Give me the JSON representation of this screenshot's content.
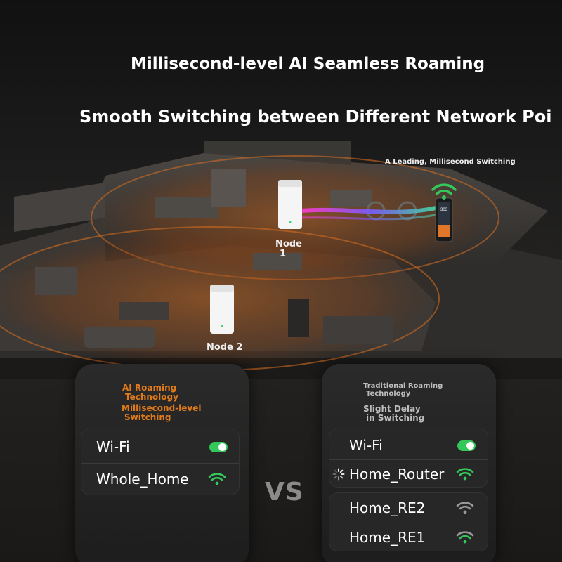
{
  "headline": {
    "title": "Millisecond-level AI Seamless Roaming",
    "subtitle": "Smooth Switching between Different Network Poi"
  },
  "scene": {
    "caption": "A Leading, Millisecond Switching",
    "node1_label": "Node",
    "node1_num": "1",
    "node2_label": "Node 2",
    "phone_text": "303"
  },
  "left_panel": {
    "line1": "AI Roaming",
    "line2": "Technology",
    "line3": "Millisecond-level",
    "line4": "Switching",
    "wifi_label": "Wi-Fi",
    "network": "Whole_Home"
  },
  "vs_text": "VS",
  "right_panel": {
    "line1": "Traditional Roaming",
    "line2": "Technology",
    "line3": "Slight Delay",
    "line4": "in Switching",
    "wifi_label": "Wi-Fi",
    "network_connecting": "Home_Router",
    "other_networks": [
      "Home_RE2",
      "Home_RE1"
    ]
  },
  "colors": {
    "accent_orange": "#e07a1a",
    "toggle_green": "#34c759",
    "wifi_green": "#34c759",
    "wifi_gray": "#9a9a9a"
  }
}
